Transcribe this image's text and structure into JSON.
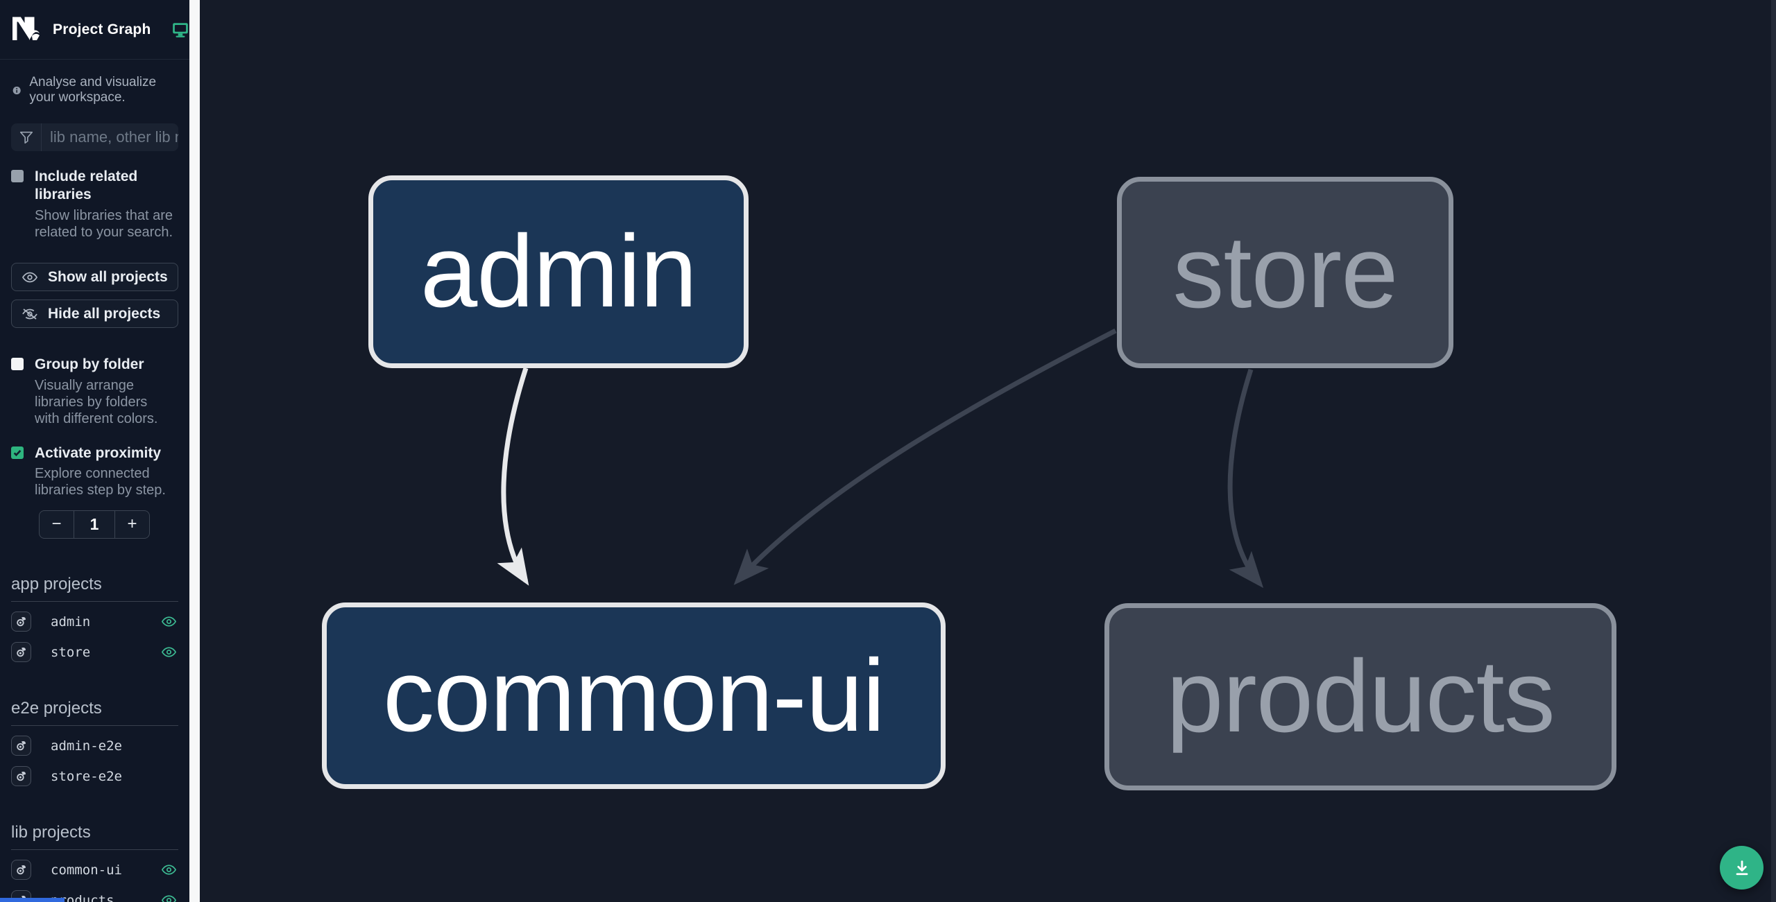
{
  "header": {
    "title": "Project Graph"
  },
  "sidebar": {
    "tagline": "Analyse and visualize your workspace.",
    "search": {
      "placeholder": "lib name, other lib name"
    },
    "include_related": {
      "label": "Include related libraries",
      "description": "Show libraries that are related to your search.",
      "checked": false
    },
    "buttons": {
      "show_all": "Show all projects",
      "hide_all": "Hide all projects"
    },
    "group_by_folder": {
      "label": "Group by folder",
      "description": "Visually arrange libraries by folders with different colors.",
      "checked": false
    },
    "proximity": {
      "label": "Activate proximity",
      "description": "Explore connected libraries step by step.",
      "checked": true,
      "decrement_label": "−",
      "depth_value": "1",
      "increment_label": "+"
    },
    "sections": [
      {
        "title": "app projects",
        "items": [
          {
            "name": "admin",
            "visible": true
          },
          {
            "name": "store",
            "visible": true
          }
        ]
      },
      {
        "title": "e2e projects",
        "items": [
          {
            "name": "admin-e2e",
            "visible": false
          },
          {
            "name": "store-e2e",
            "visible": false
          }
        ]
      },
      {
        "title": "lib projects",
        "items": [
          {
            "name": "common-ui",
            "visible": true
          },
          {
            "name": "products",
            "visible": true
          }
        ]
      }
    ]
  },
  "graph": {
    "nodes": [
      {
        "id": "admin",
        "label": "admin",
        "state": "focused"
      },
      {
        "id": "store",
        "label": "store",
        "state": "faded"
      },
      {
        "id": "common-ui",
        "label": "common-ui",
        "state": "focused"
      },
      {
        "id": "products",
        "label": "products",
        "state": "faded"
      }
    ],
    "edges": [
      {
        "from": "admin",
        "to": "common-ui",
        "style": "highlighted"
      },
      {
        "from": "store",
        "to": "common-ui",
        "style": "faded"
      },
      {
        "from": "store",
        "to": "products",
        "style": "faded"
      }
    ]
  },
  "fab": {
    "icon": "download-icon"
  },
  "colors": {
    "accent_green": "#2fb487",
    "focused_node_fill": "#1b3656",
    "focused_node_border": "#e5e6e8",
    "faded_node_fill": "#3b4250",
    "faded_node_border": "#8a919c",
    "edge_light": "#e8e9eb",
    "edge_dark": "#3d4452",
    "scroll_thumb_blue": "#3069de"
  }
}
